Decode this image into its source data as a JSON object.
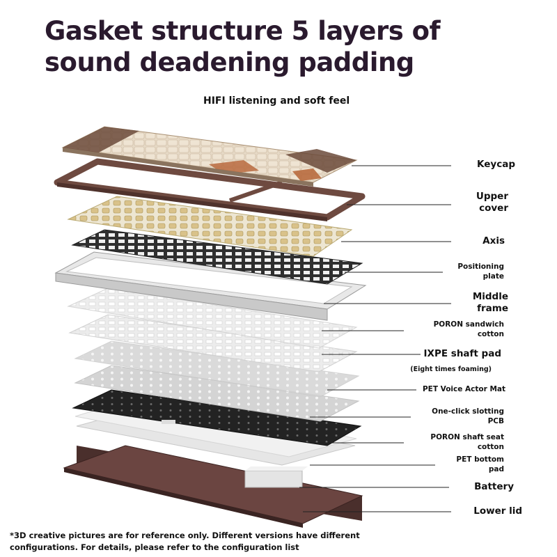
{
  "header": {
    "title": "Gasket structure 5 layers of sound deadening padding",
    "subtitle": "HIFI listening and soft feel"
  },
  "layers": [
    {
      "label": "Keycap"
    },
    {
      "label": "Upper cover"
    },
    {
      "label": "Axis"
    },
    {
      "label": "Positioning plate"
    },
    {
      "label": "Middle frame"
    },
    {
      "label": "PORON sandwich cotton"
    },
    {
      "label": "IXPE shaft pad",
      "note": "(Eight times foaming)"
    },
    {
      "label": "PET Voice Actor Mat"
    },
    {
      "label": "One-click slotting PCB"
    },
    {
      "label": "PORON shaft seat cotton"
    },
    {
      "label": "PET bottom pad"
    },
    {
      "label": "Battery"
    },
    {
      "label": "Lower lid"
    }
  ],
  "footnote": "*3D creative pictures are for reference only. Different versions have different configurations. For details, please refer to the configuration list",
  "colors": {
    "title": "#2a1a2e",
    "keycap_cream": "#e6d9c6",
    "keycap_brown": "#6b4a3a",
    "keycap_orange": "#b86a3e",
    "frame_brown": "#6e4a40",
    "switch_yellow": "#d9c28a",
    "plate_dark": "#2d2d2d",
    "middle_frame": "#e0e0e0",
    "foam_light": "#eaeaea",
    "pcb_black": "#222222",
    "lower_lid": "#5a3a36"
  }
}
